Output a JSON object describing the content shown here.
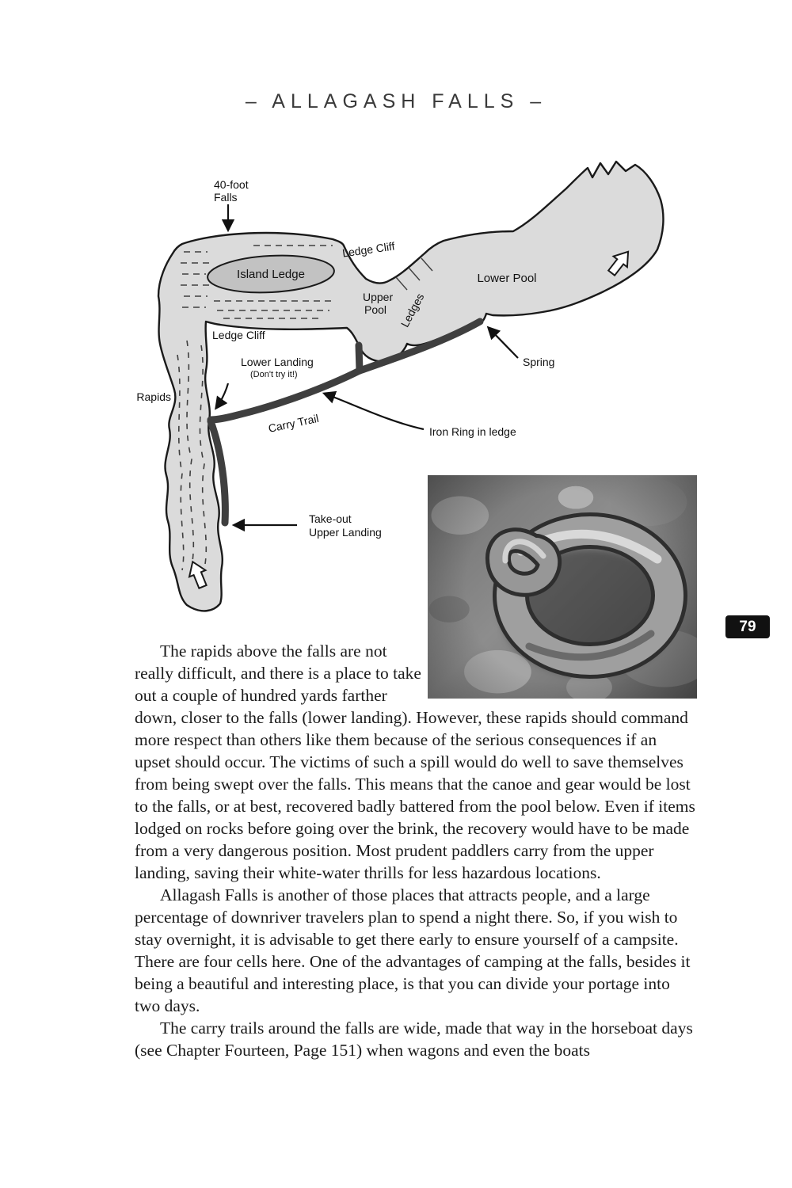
{
  "page": {
    "title": "– ALLAGASH FALLS –",
    "number": "79"
  },
  "colors": {
    "paper": "#ffffff",
    "ink": "#1b1b1b",
    "water_fill": "#dbdbdb",
    "island_fill": "#c2c2c2",
    "trail": "#3f3f3f",
    "badge_bg": "#111111",
    "badge_text": "#ffffff"
  },
  "map": {
    "labels": {
      "falls_line1": "40-foot",
      "falls_line2": "Falls",
      "island_ledge": "Island Ledge",
      "ledge_cliff_top": "Ledge Cliff",
      "lower_pool": "Lower Pool",
      "upper_pool_line1": "Upper",
      "upper_pool_line2": "Pool",
      "ledges": "Ledges",
      "ledge_cliff_left": "Ledge Cliff",
      "lower_landing": "Lower Landing",
      "lower_landing_note": "(Don't try it!)",
      "spring": "Spring",
      "rapids": "Rapids",
      "carry_trail": "Carry Trail",
      "iron_ring": "Iron Ring in ledge",
      "takeout_line1": "Take-out",
      "takeout_line2": "Upper Landing"
    }
  },
  "body": {
    "paragraphs": [
      "The rapids above the falls are not really difficult, and there is a place to take out a couple of hundred yards farther down, closer to the falls (lower landing). However, these rapids should command more respect than others like them because of the serious consequences if an upset should occur. The victims of such a spill would do well to save themselves from being swept over the falls. This means that the canoe and gear would be lost to the falls, or at best, recovered badly battered from the pool below. Even if items lodged on rocks before going over the brink, the recovery would have to be made from a very dangerous position. Most prudent paddlers carry from the upper landing, saving their white-water thrills for less hazardous locations.",
      "Allagash Falls is another of those places that attracts people, and a large percentage of downriver travelers plan to spend a night there. So, if you wish to stay overnight, it is advisable to get there early to ensure yourself of a campsite. There are four cells here. One of the advantages of camping at the falls, besides it being a beautiful and interesting place, is that you can divide your portage into two days.",
      "The carry trails around the falls are wide, made that way in the horseboat days (see Chapter Fourteen, Page 151) when wagons and even the boats"
    ]
  }
}
